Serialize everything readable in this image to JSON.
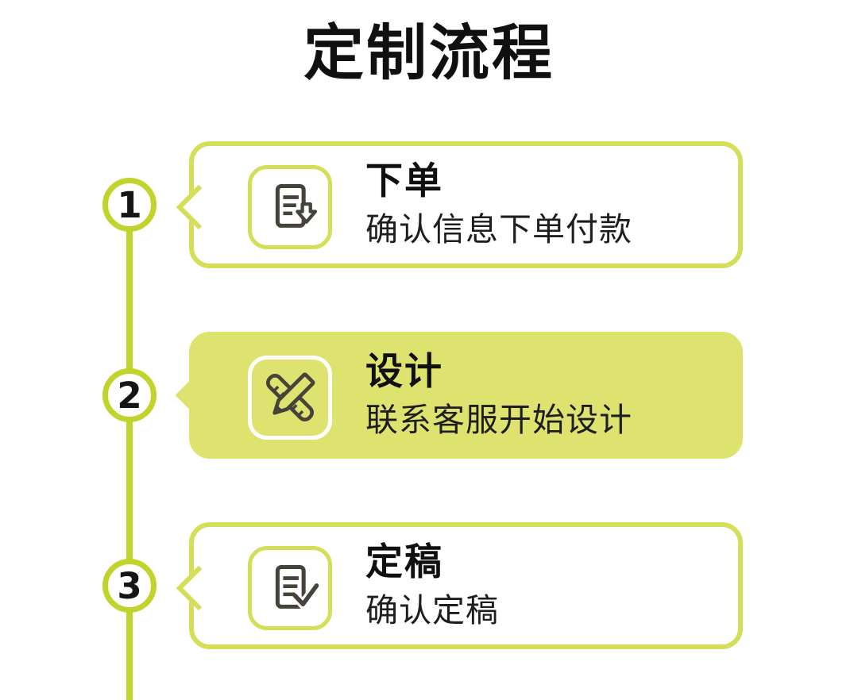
{
  "page": {
    "title": "定制流程"
  },
  "colors": {
    "accent": "#c2d32b",
    "card_border": "#d4de58",
    "card_fill": "#dde36e",
    "icon_stroke": "#45433a",
    "title_color": "#101010",
    "subtitle_color": "#1e1e1e"
  },
  "steps": [
    {
      "number": "1",
      "title": "下单",
      "subtitle": "确认信息下单付款",
      "icon": "document-download-icon",
      "highlighted": false
    },
    {
      "number": "2",
      "title": "设计",
      "subtitle": "联系客服开始设计",
      "icon": "pencil-ruler-icon",
      "highlighted": true
    },
    {
      "number": "3",
      "title": "定稿",
      "subtitle": "确认定稿",
      "icon": "document-check-icon",
      "highlighted": false
    }
  ]
}
